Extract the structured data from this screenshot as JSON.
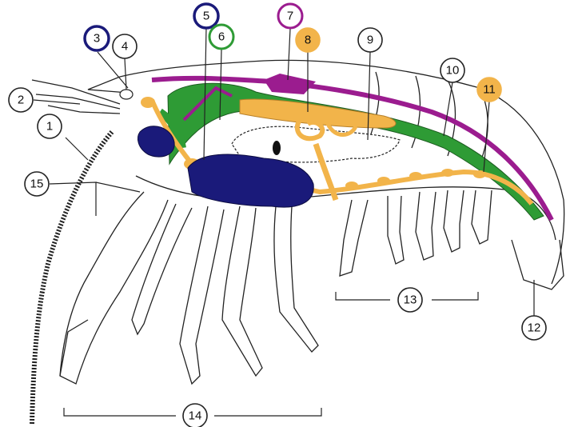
{
  "labels": [
    {
      "id": "1",
      "text": "1"
    },
    {
      "id": "2",
      "text": "2"
    },
    {
      "id": "3",
      "text": "3"
    },
    {
      "id": "4",
      "text": "4"
    },
    {
      "id": "5",
      "text": "5"
    },
    {
      "id": "6",
      "text": "6"
    },
    {
      "id": "7",
      "text": "7"
    },
    {
      "id": "8",
      "text": "8"
    },
    {
      "id": "9",
      "text": "9"
    },
    {
      "id": "10",
      "text": "10"
    },
    {
      "id": "11",
      "text": "11"
    },
    {
      "id": "12",
      "text": "12"
    },
    {
      "id": "13",
      "text": "13"
    },
    {
      "id": "14",
      "text": "14"
    },
    {
      "id": "15",
      "text": "15"
    }
  ],
  "colors": {
    "blue": "#1a1a7a",
    "green": "#2e9b35",
    "purple": "#9b1c8f",
    "orange": "#f2b44a",
    "ink": "#222222",
    "paper": "#ffffff"
  }
}
